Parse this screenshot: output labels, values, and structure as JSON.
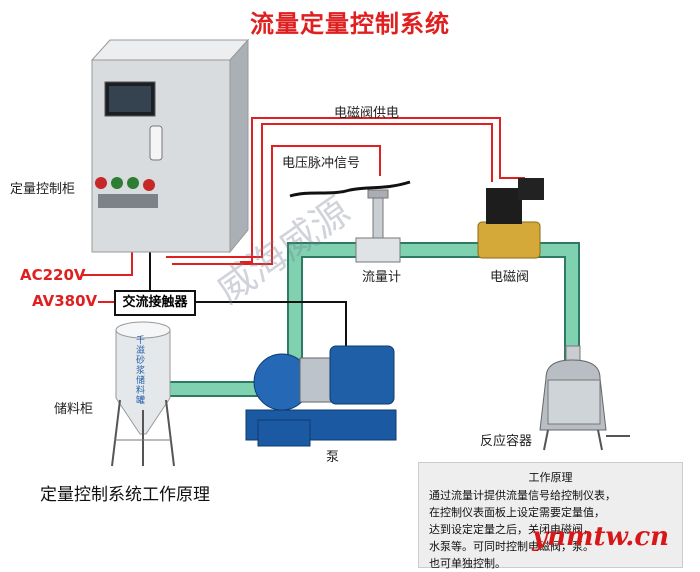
{
  "title": "流量定量控制系统",
  "labels": {
    "cabinet": "定量控制柜",
    "solenoid_power": "电磁阀供电",
    "pulse_signal": "电压脉冲信号",
    "flowmeter": "流量计",
    "solenoid_valve": "电磁阀",
    "ac220": "AC220V",
    "av380": "AV380V",
    "contactor": "交流接触器",
    "tank": "储料柜",
    "tank_text": "千滋砂浆储料罐",
    "pump": "泵",
    "reactor": "反应容器"
  },
  "caption": "定量控制系统工作原理",
  "note": {
    "title": "工作原理",
    "lines": [
      "通过流量计提供流量信号给控制仪表，",
      "在控制仪表面板上设定需要定量值，",
      "达到设定定量之后，关闭电磁阀，",
      "水泵等。可同时控制电磁阀，泵。",
      "也可单独控制。"
    ]
  },
  "watermark": "威海威源",
  "logo": "ynmtw.cn",
  "colors": {
    "title": "#e02020",
    "wire": "#e02020",
    "pipe": "#7fd1b0",
    "pump": "#1f5fa8",
    "cabinet": "#d9dcdf"
  }
}
